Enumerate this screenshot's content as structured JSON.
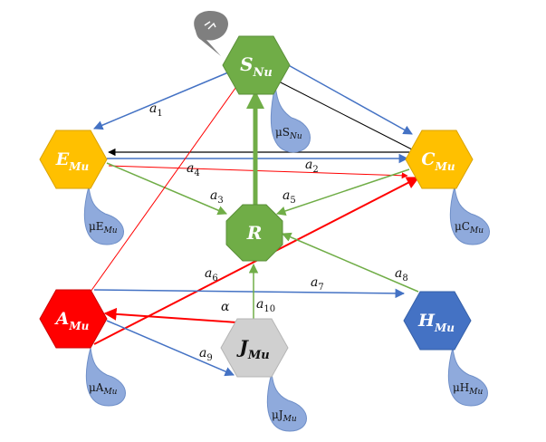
{
  "diagram": {
    "nodes": {
      "S": {
        "main": "S",
        "sub": "Nu"
      },
      "E": {
        "main": "E",
        "sub": "Mu"
      },
      "C": {
        "main": "C",
        "sub": "Mu"
      },
      "R": {
        "main": "R"
      },
      "A": {
        "main": "A",
        "sub": "Mu"
      },
      "J": {
        "main": "J",
        "sub": "Mu"
      },
      "H": {
        "main": "H",
        "sub": "Mu"
      }
    },
    "drops": {
      "S": {
        "prefix": "μS",
        "sub": "Nu"
      },
      "E": {
        "prefix": "μE",
        "sub": "Mu"
      },
      "C": {
        "prefix": "μC",
        "sub": "Mu"
      },
      "A": {
        "prefix": "μA",
        "sub": "Mu"
      },
      "J": {
        "prefix": "μJ",
        "sub": "Mu"
      },
      "H": {
        "prefix": "μH",
        "sub": "Mu"
      }
    },
    "edge_labels": {
      "a1": {
        "main": "a",
        "sub": "1"
      },
      "a2": {
        "main": "a",
        "sub": "2"
      },
      "a3": {
        "main": "a",
        "sub": "3"
      },
      "a4": {
        "main": "a",
        "sub": "4"
      },
      "a5": {
        "main": "a",
        "sub": "5"
      },
      "a6": {
        "main": "a",
        "sub": "6"
      },
      "a7": {
        "main": "a",
        "sub": "7"
      },
      "a8": {
        "main": "a",
        "sub": "8"
      },
      "a9": {
        "main": "a",
        "sub": "9"
      },
      "a10": {
        "main": "a",
        "sub": "10"
      },
      "alpha": {
        "main": "α"
      }
    },
    "colors": {
      "green": "#70ad47",
      "yellow": "#ffc000",
      "red": "#ff0000",
      "blue_node": "#4472c4",
      "grey_node": "#d0d0d0",
      "blue_edge": "#4472c4",
      "green_edge": "#70ad47",
      "red_edge": "#ff0000",
      "black_edge": "#000000",
      "drop": "#8faadc"
    },
    "icons": {
      "speech_bubble": "speech-bubble-icon"
    }
  }
}
